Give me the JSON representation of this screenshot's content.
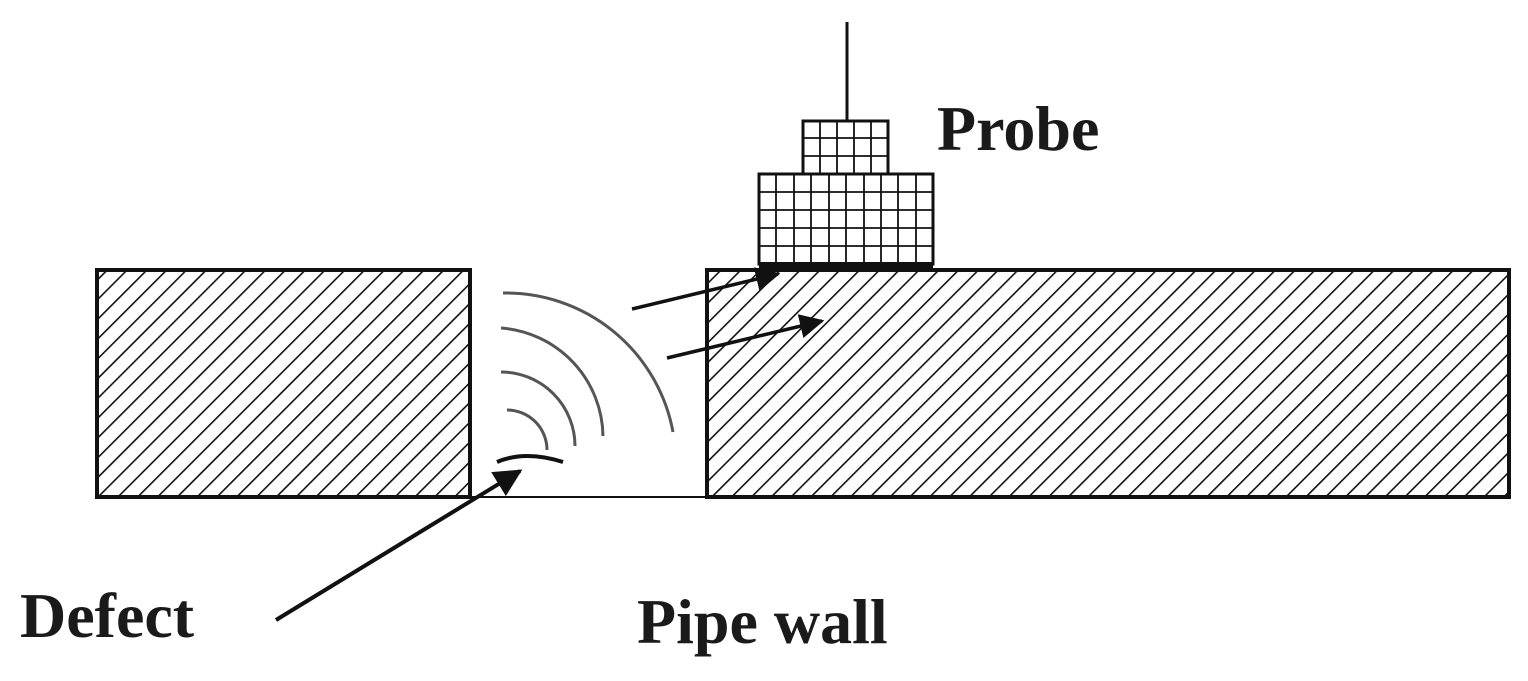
{
  "labels": {
    "probe": "Probe",
    "defect": "Defect",
    "pipe_wall": "Pipe wall"
  },
  "colors": {
    "ink": "#111111",
    "wave": "#555555",
    "background": "#ffffff"
  }
}
